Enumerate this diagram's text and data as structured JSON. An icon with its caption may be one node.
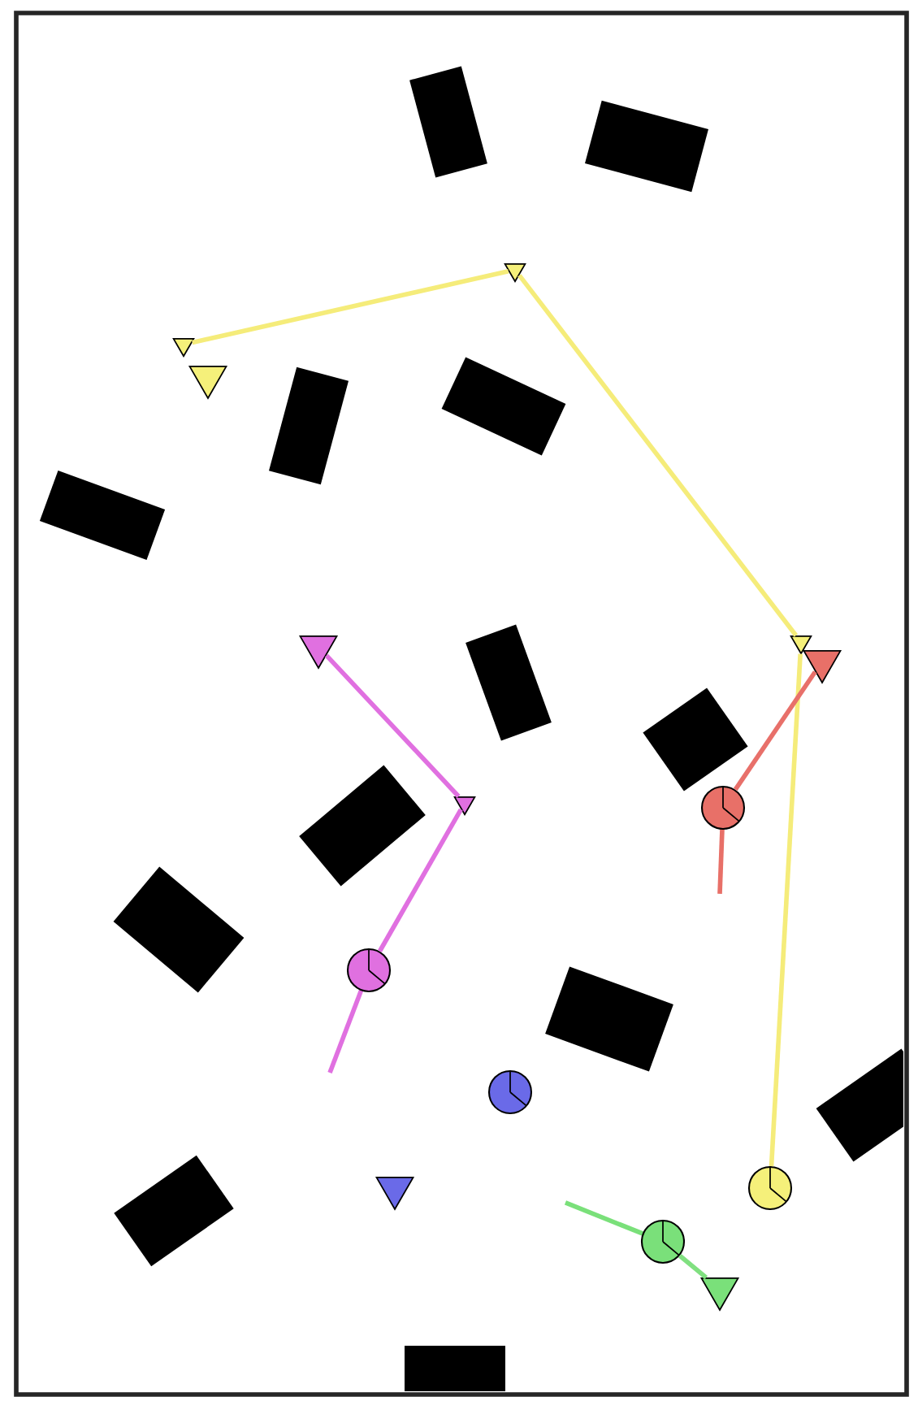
{
  "diagram": {
    "nodes": [
      {
        "text": [],
        "shape": "triangle"
      },
      {
        "text": [],
        "shape": "triangle"
      },
      {
        "text": [],
        "shape": "triangle"
      },
      {
        "text": [],
        "shape": "triangle"
      },
      {
        "text": [],
        "shape": "triangle"
      },
      {
        "text": [],
        "shape": "triangle"
      },
      {
        "text": [],
        "shape": "triangle"
      },
      {
        "text": [],
        "shape": "circle"
      },
      {
        "text": [],
        "shape": "circle"
      },
      {
        "text": [],
        "shape": "circle"
      },
      {
        "text": [],
        "shape": "triangle"
      },
      {
        "text": [],
        "shape": "circle"
      },
      {
        "text": [],
        "shape": "circle"
      },
      {
        "text": [],
        "shape": "triangle"
      }
    ],
    "edges": [
      {
        "from": 11,
        "to": 3,
        "arrow": "none",
        "color": "#f5ec7a"
      },
      {
        "from": 3,
        "to": 0,
        "arrow": "none",
        "color": "#f5ec7a"
      },
      {
        "from": 0,
        "to": 1,
        "arrow": "none",
        "color": "#f5ec7a"
      },
      {
        "from": 7,
        "to": 5,
        "arrow": "none",
        "color": "#e8706a"
      },
      {
        "from": 8,
        "to": 6,
        "arrow": "none",
        "color": "#e070e0"
      },
      {
        "from": 6,
        "to": 4,
        "arrow": "none",
        "color": "#e070e0"
      },
      {
        "from": 12,
        "to": 13,
        "arrow": "none",
        "color": "#80e080"
      }
    ]
  }
}
